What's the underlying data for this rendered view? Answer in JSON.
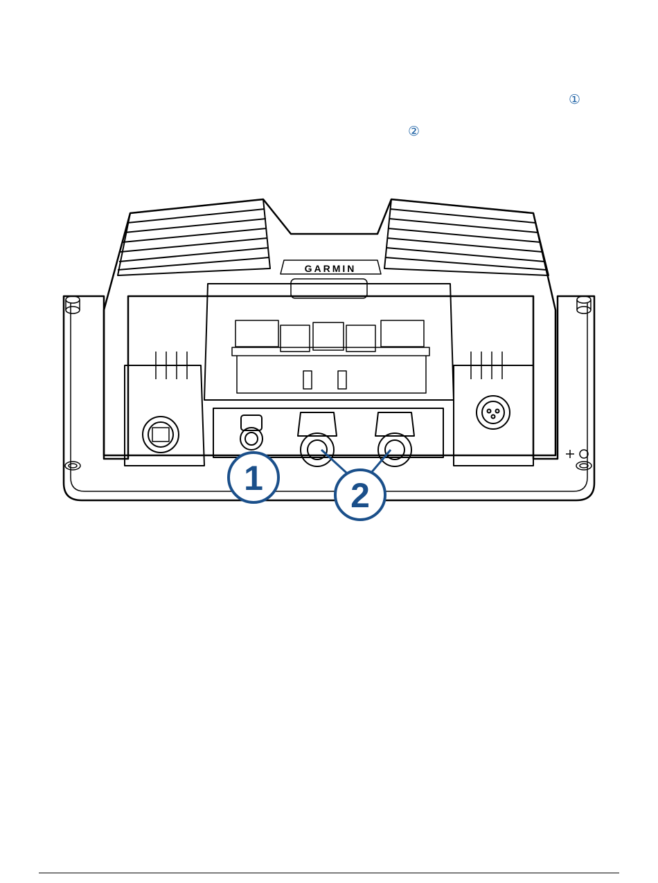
{
  "inline_refs": {
    "ref1": "①",
    "ref2": "②"
  },
  "illustration": {
    "brand": "GARMIN",
    "callouts": [
      {
        "label": "1",
        "color": "#1a4f8a"
      },
      {
        "label": "2",
        "color": "#1a4f8a"
      }
    ]
  },
  "colors": {
    "callout_text": "#1a5fa3",
    "line": "#000000"
  }
}
